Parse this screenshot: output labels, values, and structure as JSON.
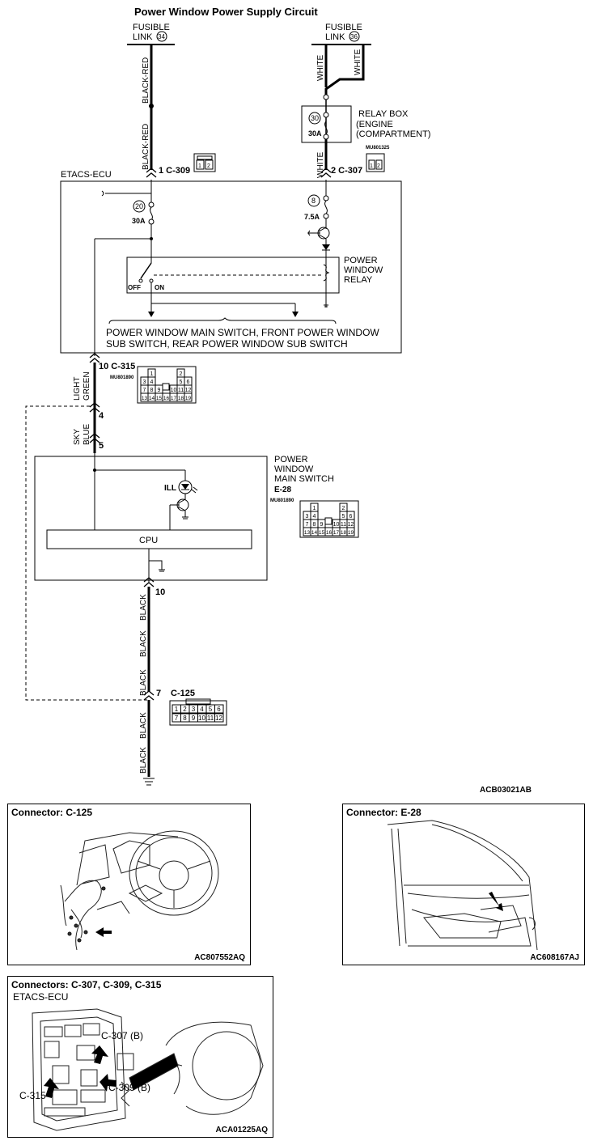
{
  "diagram": {
    "title": "Power Window Power Supply Circuit",
    "fusible_link_label": "FUSIBLE\nLINK",
    "fusible_link_left_num": "34",
    "fusible_link_right_num": "36",
    "wire_black_red": "BLACK-RED",
    "wire_white": "WHITE",
    "wire_light_green": "LIGHT\nGREEN",
    "wire_sky_blue": "SKY\nBLUE",
    "wire_black": "BLACK",
    "relay_box_label": "RELAY BOX",
    "relay_box_sub": "ENGINE\nCOMPARTMENT",
    "relay_box_fuse_num": "30",
    "relay_box_fuse_amp": "30A",
    "conn_c309": "1  C-309",
    "conn_c307": "2  C-307",
    "conn_c307_part": "MU801325",
    "etacs_label": "ETACS-ECU",
    "ecu_fuse20_num": "20",
    "ecu_fuse20_amp": "30A",
    "ecu_fuse8_num": "8",
    "ecu_fuse8_amp": "7.5A",
    "relay_label": "POWER\nWINDOW\nRELAY",
    "off_label": "OFF",
    "on_label": "ON",
    "switch_note": "POWER WINDOW MAIN SWITCH, FRONT POWER WINDOW\nSUB SWITCH, REAR POWER WINDOW SUB SWITCH",
    "conn_c315": "10 C-315",
    "conn_c315_part": "MU801890",
    "pin_4": "4",
    "pin_5": "5",
    "pin_10": "10",
    "pin_7": "7",
    "pwms_label": "POWER\nWINDOW\nMAIN SWITCH",
    "pwms_conn": "E-28",
    "pwms_part": "MU801890",
    "ill_label": "ILL",
    "cpu_label": "CPU",
    "conn_c125": "C-125",
    "c125_pins": [
      "1",
      "2",
      "3",
      "4",
      "5",
      "6",
      "7",
      "8",
      "9",
      "10",
      "11",
      "12"
    ],
    "c20_pins": [
      "1",
      "2",
      "3",
      "4",
      "5",
      "6",
      "7",
      "8",
      "9",
      "10",
      "11",
      "12",
      "13",
      "14",
      "15",
      "16",
      "17",
      "18",
      "19"
    ],
    "figure_code": "ACB03021AB"
  },
  "panels": {
    "c125": {
      "title": "Connector: C-125",
      "code": "AC807552AQ"
    },
    "e28": {
      "title": "Connector: E-28",
      "code": "AC608167AJ"
    },
    "ecu": {
      "title": "Connectors: C-307, C-309, C-315",
      "sub": "ETACS-ECU",
      "callout_c307": "C-307 (B)",
      "callout_c309": "C-309 (B)",
      "callout_c315": "C-315",
      "code": "ACA01225AQ"
    }
  }
}
